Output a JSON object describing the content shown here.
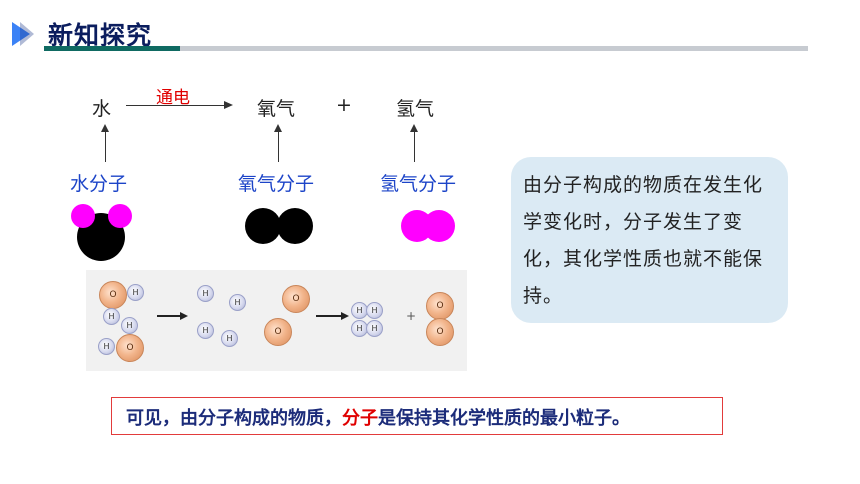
{
  "header": {
    "title": "新知探究"
  },
  "reaction": {
    "reactant": "水",
    "condition": "通电",
    "product1": "氧气",
    "plus": "+",
    "product2": "氢气"
  },
  "molecules": {
    "water_label": "水分子",
    "oxygen_label": "氧气分子",
    "hydrogen_label": "氢气分子"
  },
  "colors": {
    "oxygen_atom": "#000000",
    "hydrogen_atom": "#ff00ff",
    "accent": "#1c44c8",
    "highlight": "#e00000"
  },
  "info_box": {
    "text": "由分子构成的物质在发生化学变化时，分子发生了变化，其化学性质也就不能保持。"
  },
  "diagram": {
    "o": "O",
    "h": "H",
    "plus": "+"
  },
  "conclusion": {
    "part1": "可见，由分子构成的物质，",
    "highlight": "分子",
    "part2": "是保持其化学性质的最小粒子。"
  }
}
